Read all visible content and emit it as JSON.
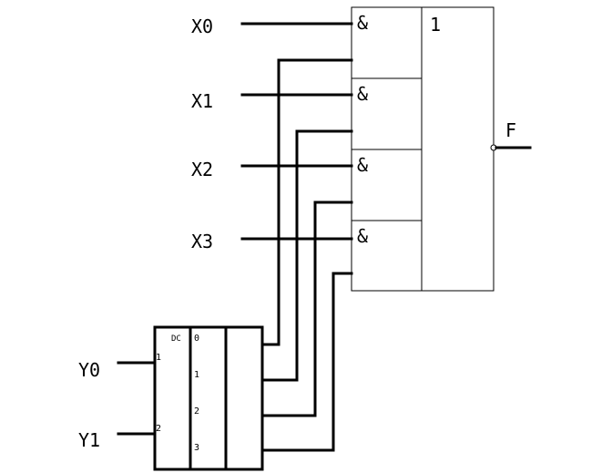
{
  "inputs": {
    "x0": "X0",
    "x1": "X1",
    "x2": "X2",
    "x3": "X3",
    "y0": "Y0",
    "y1": "Y1"
  },
  "output": "F",
  "gates": {
    "and_symbol": "&",
    "or_symbol": "1"
  },
  "decoder": {
    "title": "DC",
    "input_pins": [
      "1",
      "2"
    ],
    "output_pins": [
      "0",
      "1",
      "2",
      "3"
    ]
  }
}
